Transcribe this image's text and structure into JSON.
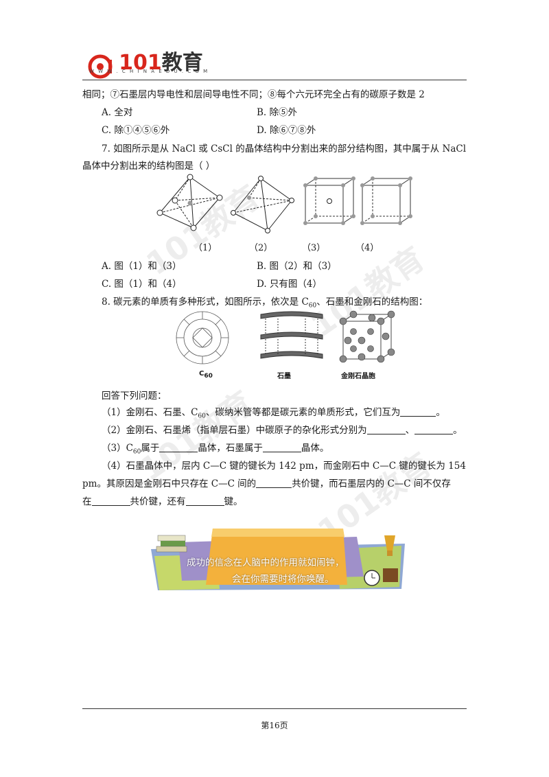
{
  "header": {
    "logo_number": "101",
    "logo_brand": "教育",
    "logo_url": "W W W . C H I N A E D U . C O M",
    "watermark_text": "101教育"
  },
  "prev": {
    "line": "相同；⑦石墨层内导电性和层间导电性不同；⑧每个六元环完全占有的碳原子数是 2",
    "options": [
      "A. 全对",
      "B. 除⑤外",
      "C. 除①④⑤⑥外",
      "D. 除⑥⑦⑧外"
    ]
  },
  "q7": {
    "line1": "7. 如图所示是从 NaCl 或 CsCl 的晶体结构中分割出来的部分结构图，其中属于从 NaCl",
    "line2": "晶体中分割出来的结构图是（      ）",
    "figure_labels": [
      "（1）",
      "（2）",
      "（3）",
      "（4）"
    ],
    "options": [
      "A. 图（1）和（3）",
      "B. 图（2）和（3）",
      "C. 图（1）和（4）",
      "D. 只有图（4）"
    ]
  },
  "q8": {
    "line_pre": "8. 碳元素的单质有多种形式，如图所示，依次是 C",
    "line_sub": "60",
    "line_post": "、石墨和金刚石的结构图：",
    "fig_c60_main": "C",
    "fig_c60_sub": "60",
    "fig_graphite": "石墨",
    "fig_diamond": "金刚石晶胞",
    "intro": "回答下列问题：",
    "p1_pre": "（1）金刚石、石墨、C",
    "p1_sub": "60",
    "p1_post": "、碳纳米管等都是碳元素的单质形式，它们互为",
    "p1_end": "。",
    "p2_pre": "（2）金刚石、石墨烯（指单层石墨）中碳原子的杂化形式分别为",
    "p2_mid": "、",
    "p2_end": "。",
    "p3_pre": "（3）C",
    "p3_sub": "60",
    "p3_mid": "属于",
    "p3_mid2": "晶体，石墨属于",
    "p3_end": "晶体。",
    "p4_line1": "（4）石墨晶体中，层内 C—C 键的键长为 142 pm，而金刚石中 C—C 键的键长为 154",
    "p4_line2_pre": "pm。其原因是金刚石中只存在 C—C 间的",
    "p4_line2_post": "共价键，而石墨层内的 C—C 间不仅存",
    "p4_line3_pre": "在",
    "p4_line3_mid": "共价键，还有",
    "p4_line3_end": "键。"
  },
  "banner": {
    "line1": "成功的信念在人脑中的作用就如闹钟，",
    "line2": "会在你需要时将你唤醒。"
  },
  "footer": {
    "page": "第16页"
  }
}
